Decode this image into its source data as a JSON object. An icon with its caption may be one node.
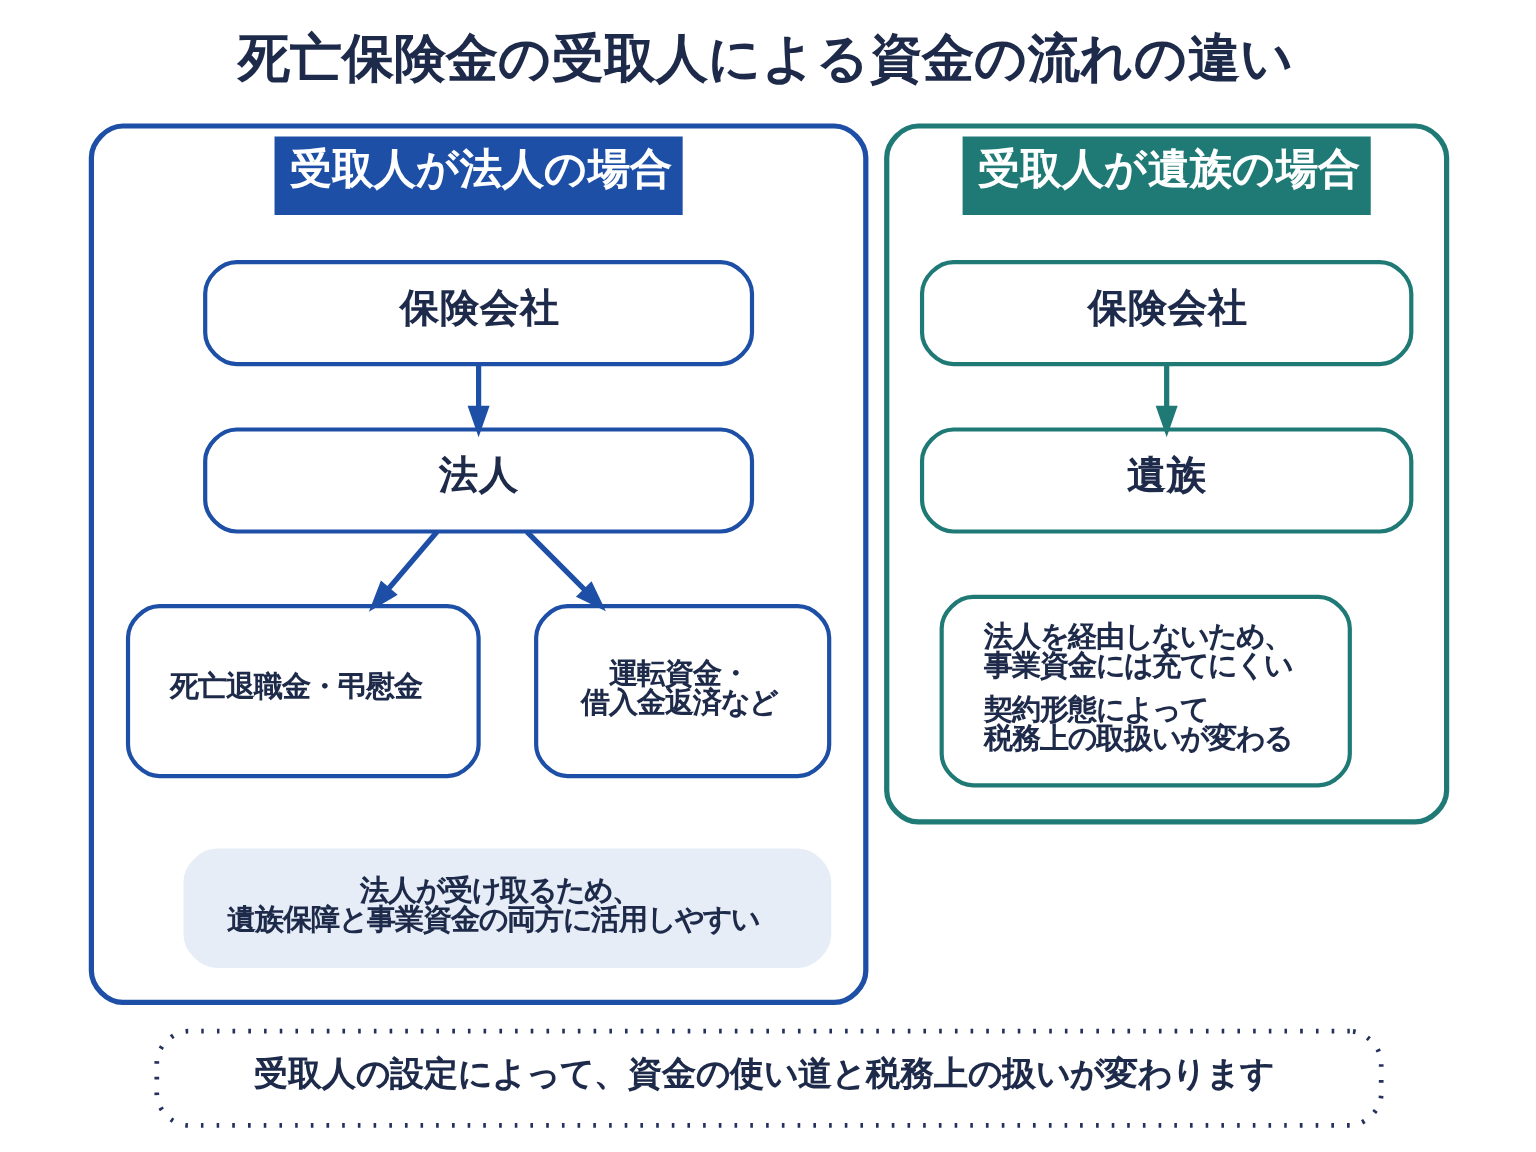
{
  "diagram": {
    "title": "死亡保険金の受取人による資金の流れの違い",
    "nodes": [
      {
        "text": [
          "受取人が法人の場合"
        ]
      },
      {
        "text": [
          "保険会社"
        ],
        "in": 0
      },
      {
        "text": [
          "法人"
        ],
        "in": 0
      },
      {
        "text": [
          "死亡退職金・弔慰金"
        ],
        "in": 0
      },
      {
        "text": [
          "運転資金・借入金返済など"
        ],
        "in": 0
      },
      {
        "text": [
          "法人が受け取るため、遺族保障と事業資金の両方に活用しやすい"
        ],
        "in": 0
      },
      {
        "text": [
          "受取人が遺族の場合"
        ]
      },
      {
        "text": [
          "保険会社"
        ],
        "in": 6
      },
      {
        "text": [
          "遺族"
        ],
        "in": 6
      },
      {
        "text": [
          "法人を経由しないため、事業資金には充てにくい",
          "契約形態によって税務上の取扱いが変わる"
        ],
        "in": 6
      },
      {
        "text": [
          "受取人の設定によって、資金の使い道と税務上の扱いが変わります"
        ]
      }
    ],
    "edges": [
      {
        "from": 1,
        "to": 2,
        "arrow": "to"
      },
      {
        "from": 2,
        "to": 3,
        "arrow": "to"
      },
      {
        "from": 2,
        "to": 4,
        "arrow": "to"
      },
      {
        "from": 7,
        "to": 8,
        "arrow": "to",
        "color": "#1f7a76"
      }
    ]
  }
}
